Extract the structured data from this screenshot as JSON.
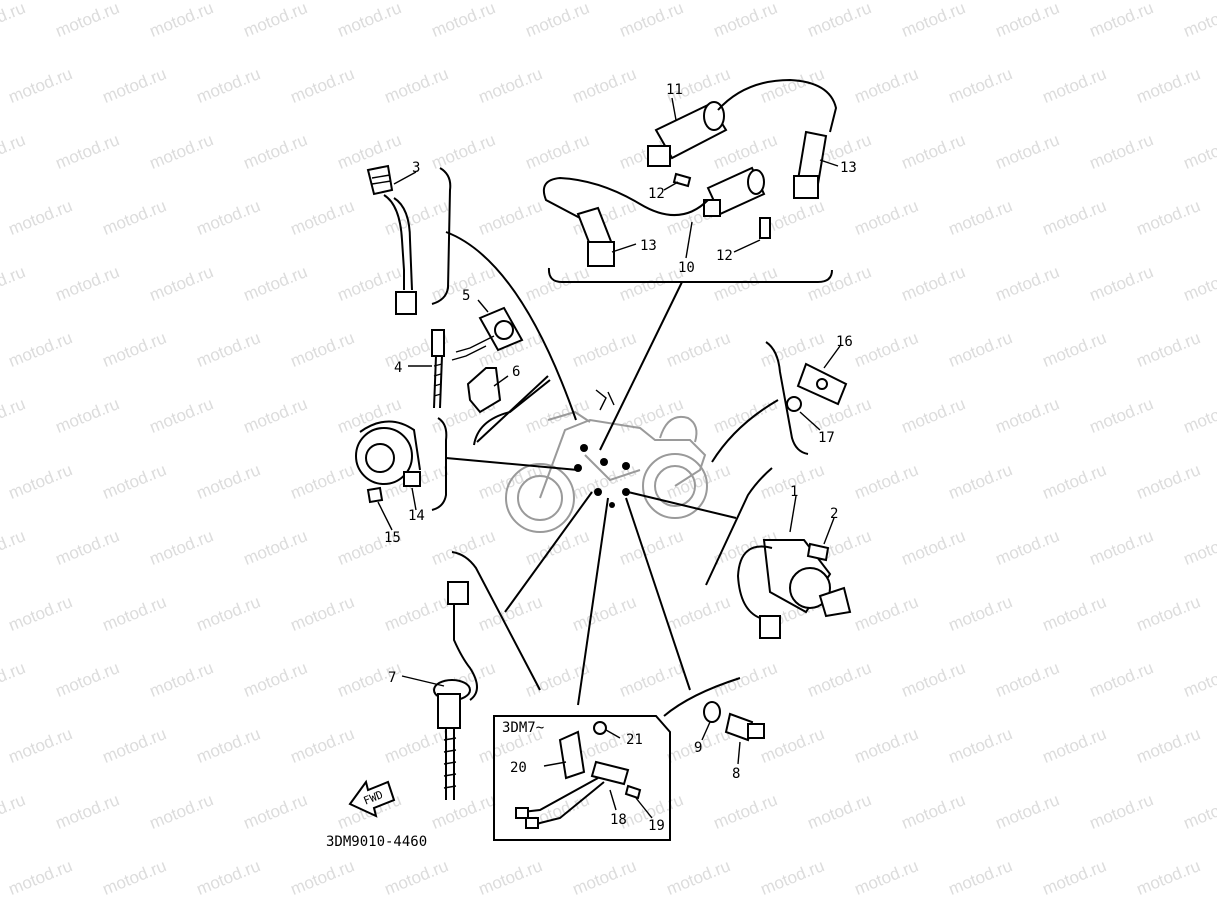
{
  "watermark": "motod.ru",
  "diagram_code": "3DM9010-4460",
  "model_box_label": "3DM7~",
  "fwd_label": "FWD",
  "callouts": {
    "c1": "1",
    "c2": "2",
    "c3": "3",
    "c4": "4",
    "c5": "5",
    "c6": "6",
    "c7": "7",
    "c8": "8",
    "c9": "9",
    "c10": "10",
    "c11": "11",
    "c12a": "12",
    "c12b": "12",
    "c13a": "13",
    "c13b": "13",
    "c14": "14",
    "c15": "15",
    "c16": "16",
    "c17": "17",
    "c18": "18",
    "c19": "19",
    "c20": "20",
    "c21": "21"
  }
}
